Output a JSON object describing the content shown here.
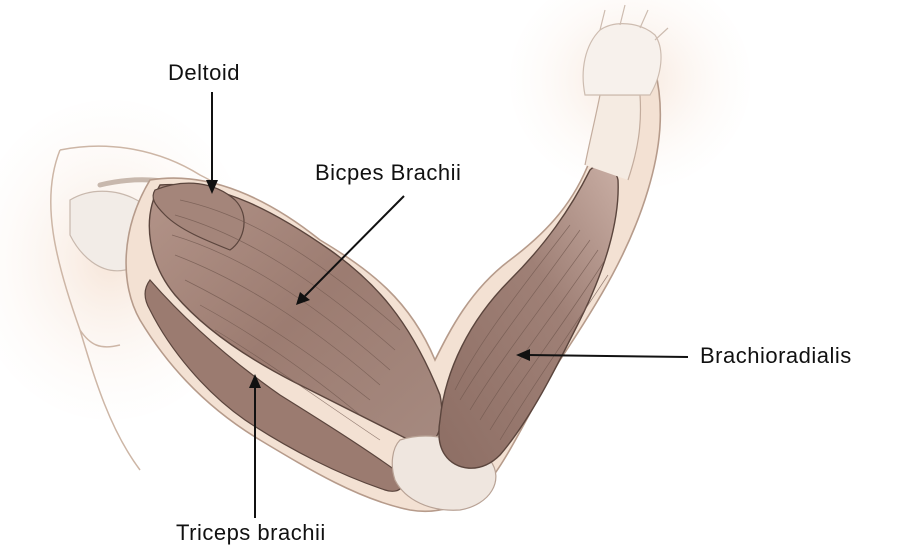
{
  "labels": {
    "deltoid": "Deltoid",
    "biceps": "Bicpes Brachii",
    "brachioradialis": "Brachioradialis",
    "triceps": "Triceps brachii"
  },
  "colors": {
    "muscle": "#a98a7f",
    "muscle_dark": "#7d5f55",
    "muscle_light": "#c3a79c",
    "outline": "#4a3a34",
    "skin": "#f4e2d4",
    "skin_edge": "#e9cdb9",
    "bone": "#eeeae6",
    "arrow": "#111111"
  }
}
